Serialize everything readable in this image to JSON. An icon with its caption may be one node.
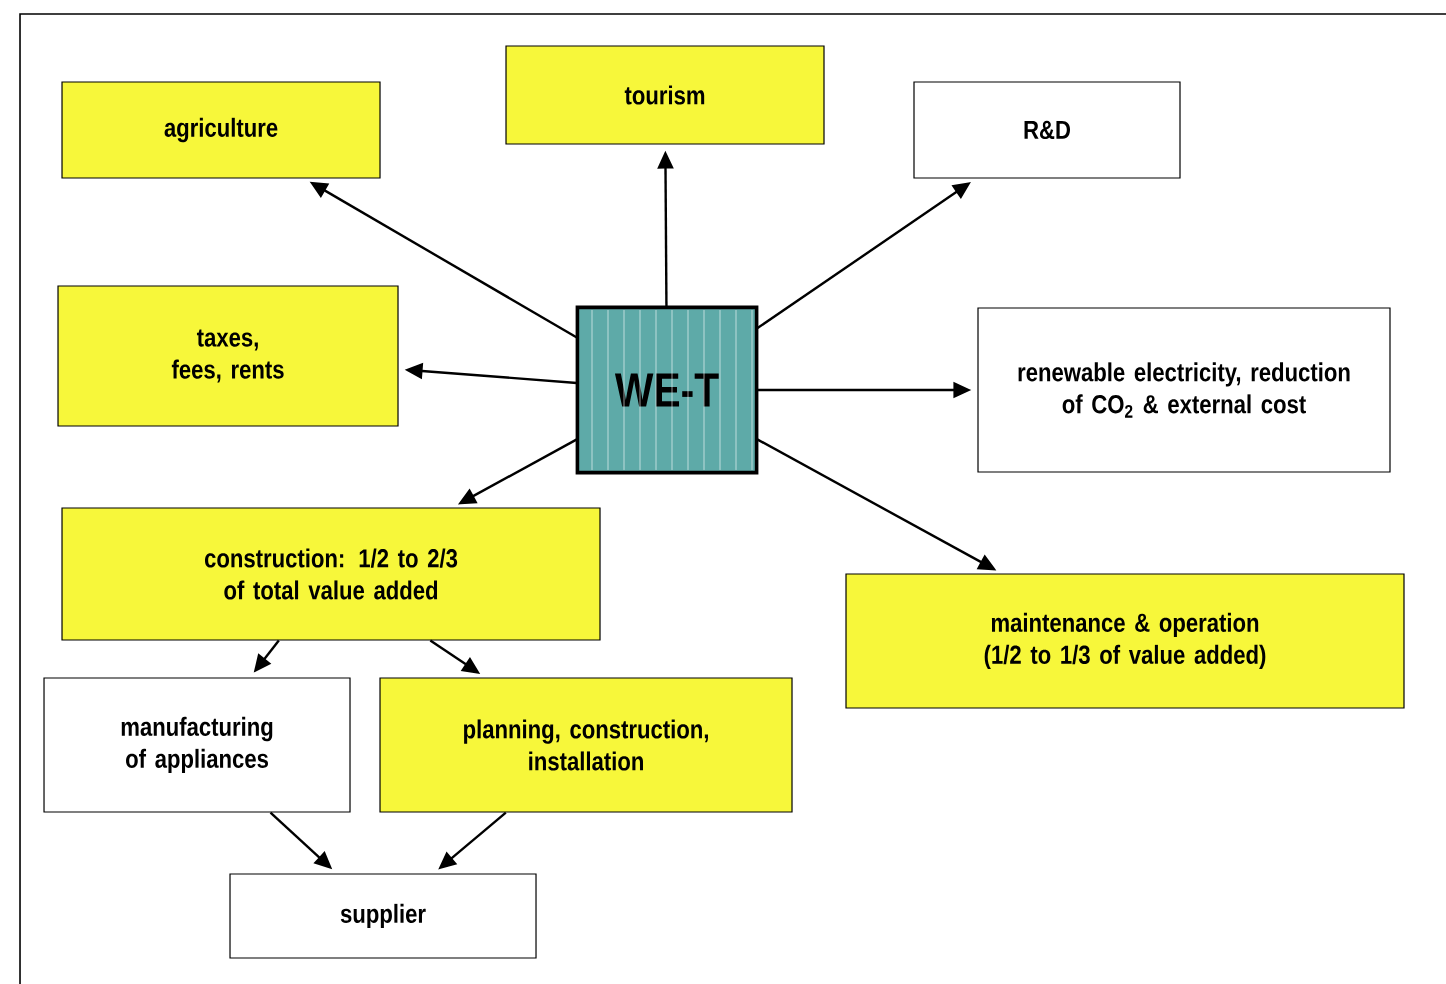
{
  "diagram": {
    "nodes": [
      {
        "text": [
          "agriculture"
        ]
      },
      {
        "text": [
          "tourism"
        ]
      },
      {
        "text": [
          "R&D"
        ]
      },
      {
        "text": [
          "taxes, fees, rents"
        ]
      },
      {
        "text": [
          "WE-T"
        ]
      },
      {
        "text": [
          "renewable electricity, reduction of CO$_{2}$ & external cost"
        ]
      },
      {
        "text": [
          "construction: 1/2 to 2/3 of total value added"
        ]
      },
      {
        "text": [
          "maintenance & operation (1/2 to 1/3 of value added)"
        ]
      },
      {
        "text": [
          "manufacturing of appliances"
        ]
      },
      {
        "text": [
          "planning, construction, installation"
        ]
      },
      {
        "text": [
          "supplier"
        ]
      }
    ],
    "edges": [
      {
        "from": 4,
        "to": 0,
        "arrow": "to"
      },
      {
        "from": 4,
        "to": 1,
        "arrow": "to"
      },
      {
        "from": 4,
        "to": 2,
        "arrow": "to"
      },
      {
        "from": 4,
        "to": 3,
        "arrow": "to"
      },
      {
        "from": 4,
        "to": 5,
        "arrow": "to"
      },
      {
        "from": 4,
        "to": 6,
        "arrow": "to"
      },
      {
        "from": 4,
        "to": 7,
        "arrow": "to"
      },
      {
        "from": 6,
        "to": 8,
        "arrow": "to"
      },
      {
        "from": 6,
        "to": 9,
        "arrow": "to"
      },
      {
        "from": 8,
        "to": 10,
        "arrow": "to"
      },
      {
        "from": 9,
        "to": 10,
        "arrow": "to"
      }
    ]
  }
}
